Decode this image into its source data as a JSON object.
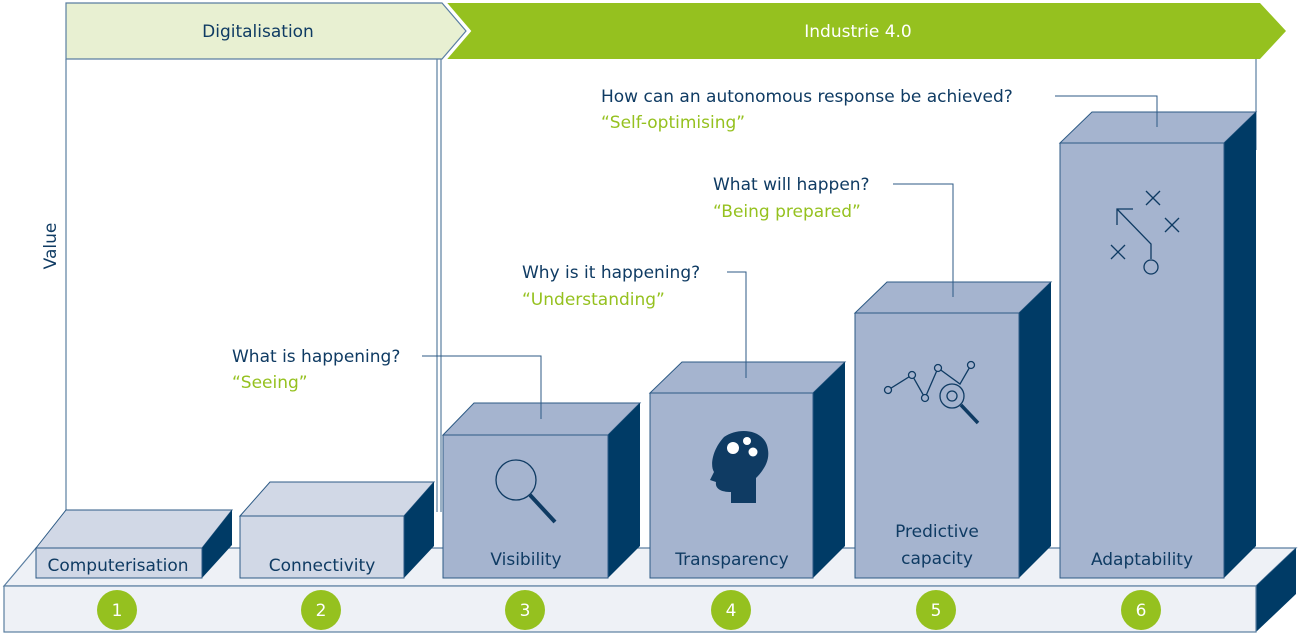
{
  "header": {
    "phase_1": "Digitalisation",
    "phase_2": "Industrie 4.0"
  },
  "axis": {
    "y_label": "Value"
  },
  "colors": {
    "green": "#95c11f",
    "light_green": "#e8f0d2",
    "navy": "#003b66",
    "block_light": "#d1d8e6",
    "block_mid": "#a5b4cf",
    "base": "#eef1f6",
    "outline": "#5a7ea1"
  },
  "stages": [
    {
      "number": "1",
      "label": "Computerisation",
      "icon": "none"
    },
    {
      "number": "2",
      "label": "Connectivity",
      "icon": "none"
    },
    {
      "number": "3",
      "label": "Visibility",
      "icon": "magnifier-icon",
      "question": "What is happening?",
      "answer": "“Seeing”"
    },
    {
      "number": "4",
      "label": "Transparency",
      "icon": "brain-gears-icon",
      "question": "Why is it happening?",
      "answer": "“Understanding”"
    },
    {
      "number": "5",
      "label_line1": "Predictive",
      "label_line2": "capacity",
      "icon": "analytics-icon",
      "question": "What will happen?",
      "answer": "“Being prepared”"
    },
    {
      "number": "6",
      "label": "Adaptability",
      "icon": "strategy-icon",
      "question": "How can an autonomous response be achieved?",
      "answer": "“Self-optimising”"
    }
  ]
}
